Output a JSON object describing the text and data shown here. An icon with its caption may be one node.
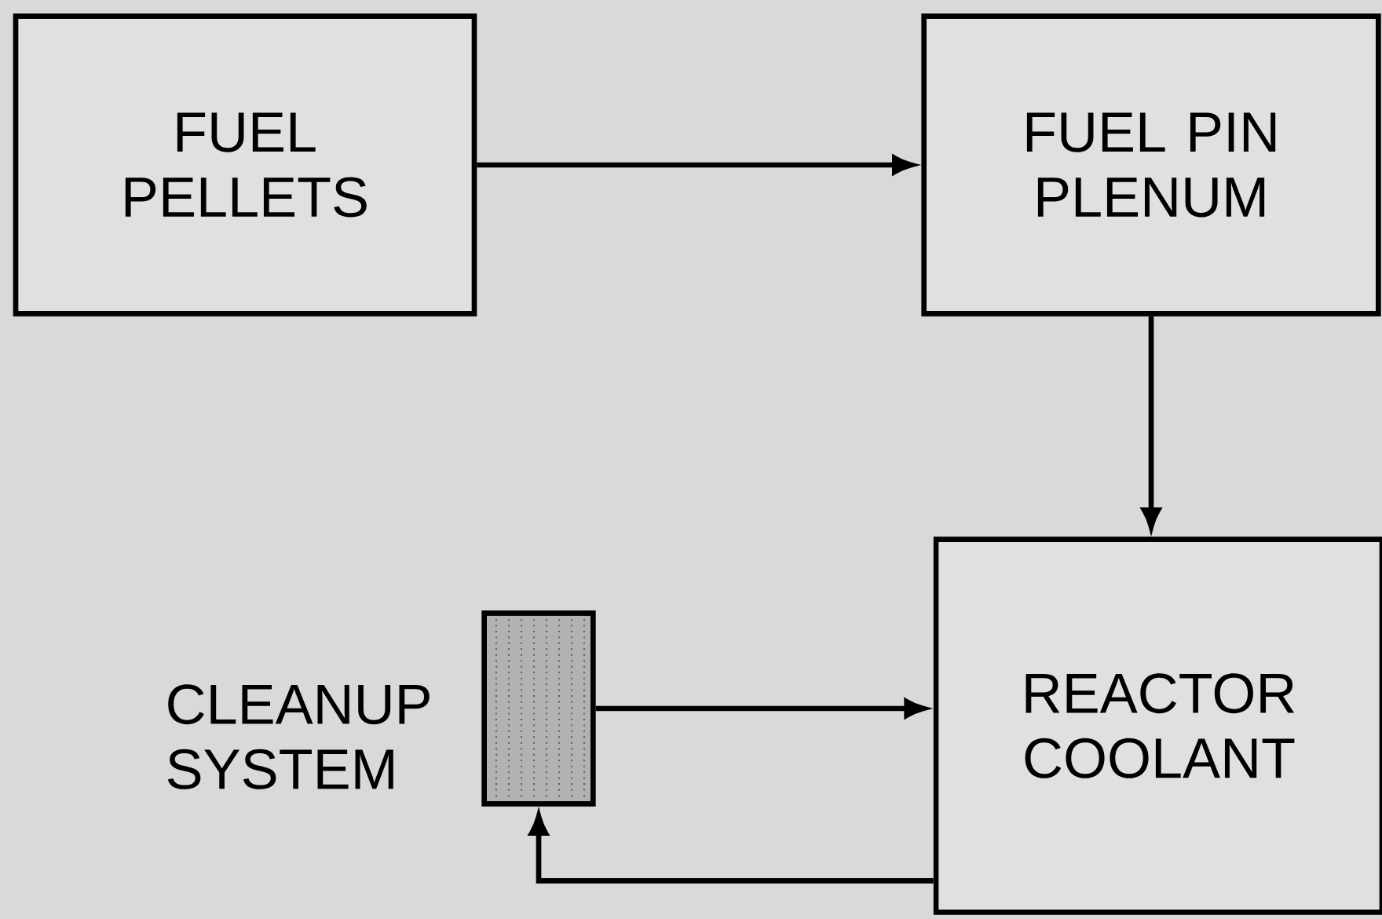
{
  "diagram": {
    "nodes": [
      {
        "text": [
          "FUEL PELLETS"
        ]
      },
      {
        "text": [
          "FUEL PIN PLENUM"
        ]
      },
      {
        "text": [
          "REACTOR COOLANT"
        ]
      },
      {
        "text": [],
        "shape": "box",
        "beside": [
          "CLEANUP SYSTEM"
        ]
      }
    ],
    "edges": [
      {
        "from": 0,
        "to": 1,
        "arrow": "to"
      },
      {
        "from": 1,
        "to": 2,
        "arrow": "to"
      },
      {
        "from": 3,
        "to": 2,
        "arrow": "to"
      },
      {
        "from": 2,
        "to": 3,
        "arrow": "to"
      }
    ]
  }
}
